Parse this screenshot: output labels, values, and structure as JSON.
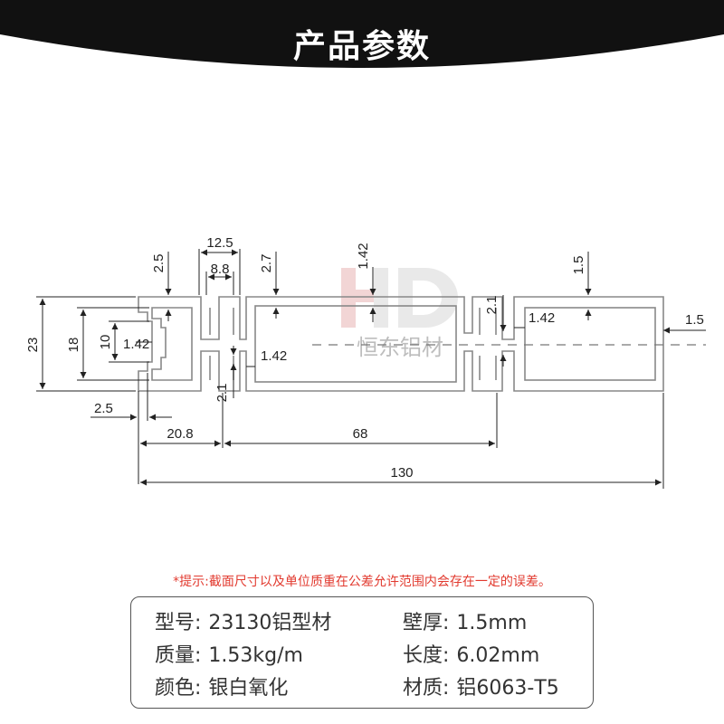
{
  "header": {
    "title": "产品参数",
    "bg_color": "#111111"
  },
  "watermark": {
    "logo": "HD",
    "text": "恒东铝材"
  },
  "dimensions": {
    "overall_height": "23",
    "inner_height": "18",
    "slot_height": "10",
    "lip_2_5_top": "2.5",
    "top_width_12_5": "12.5",
    "slot_width_8_8": "8.8",
    "top_2_7": "2.7",
    "wall_1_42_top": "1.42",
    "wall_1_5_top": "1.5",
    "wall_2_1_right": "2.1",
    "wall_1_42_right": "1.42",
    "side_1_5": "1.5",
    "wall_1_42_left": "1.42",
    "wall_1_42_center": "1.42",
    "wall_2_1_bottom": "2.1",
    "lip_2_5_bottom": "2.5",
    "span_20_8": "20.8",
    "span_68": "68",
    "total_130": "130"
  },
  "note": "*提示:截面尺寸以及单位质重在公差允许范围内会存在一定的误差。",
  "specs": {
    "model_label": "型号:",
    "model_value": "23130铝型材",
    "wall_label": "壁厚:",
    "wall_value": "1.5mm",
    "weight_label": "质量:",
    "weight_value": "1.53kg/m",
    "length_label": "长度:",
    "length_value": "6.02mm",
    "color_label": "颜色:",
    "color_value": "银白氧化",
    "material_label": "材质:",
    "material_value": "铝6063-T5"
  }
}
